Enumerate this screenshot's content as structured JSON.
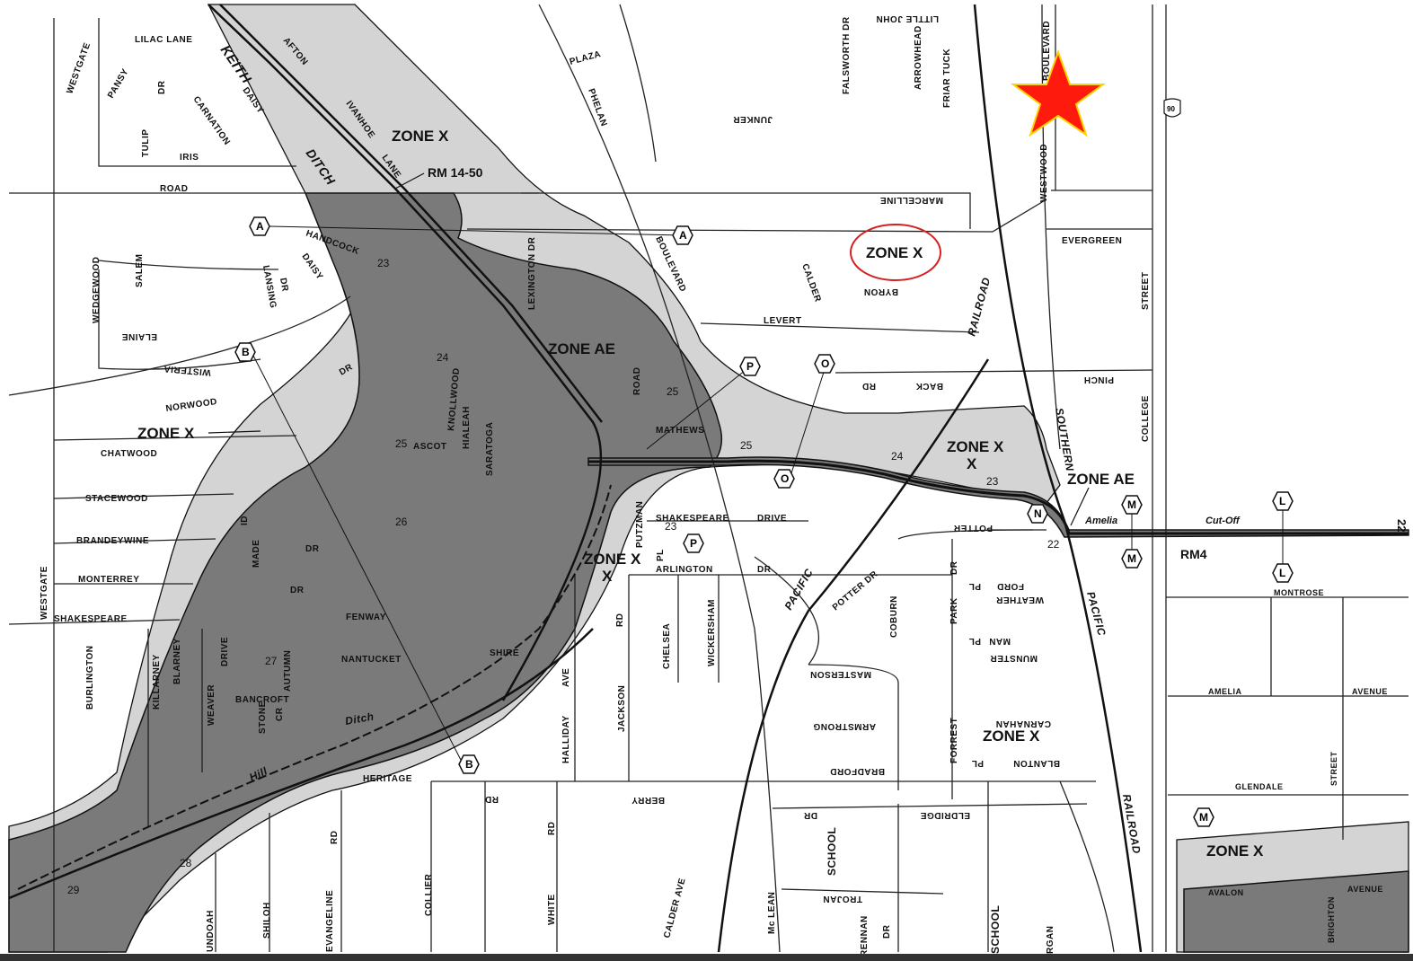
{
  "zones": {
    "x_north": "ZONE X",
    "x_circled": "ZONE X",
    "ae_center": "ZONE AE",
    "x_west": "ZONE X",
    "x_channel": "ZONE X",
    "ae_east": "ZONE AE",
    "x_putzman": "ZONE X",
    "x_south": "ZONE X",
    "x_southeast": "ZONE X"
  },
  "markers": {
    "rm_north": "RM 14-50",
    "rm_east": "RM4",
    "amelia_italic": "Amelia",
    "cutoff_italic": "Cut-Off",
    "edge_value": "22"
  },
  "sections": [
    "A",
    "A",
    "B",
    "B",
    "P",
    "P",
    "O",
    "O",
    "N",
    "M",
    "M",
    "M",
    "L",
    "L"
  ],
  "contours": [
    "23",
    "24",
    "25",
    "26",
    "27",
    "28",
    "29",
    "25",
    "24",
    "23",
    "22",
    "23",
    "25"
  ],
  "streets": {
    "lilac": "LILAC LANE",
    "westgate_n": "WESTGATE",
    "pansy": "PANSY",
    "tulip": "TULIP",
    "dr1": "DR",
    "carnation": "CARNATION",
    "iris": "IRIS",
    "keith": "KEITH",
    "daisy_n": "DAISY",
    "afton": "AFTON",
    "ditch": "DITCH",
    "ivanhoe": "IVANHOE",
    "lane": "LANE",
    "road": "ROAD",
    "plaza": "PLAZA",
    "phelan": "PHELAN",
    "junker": "JUNKER",
    "falsworth": "FALSWORTH DR",
    "arrowhead": "ARROWHEAD",
    "little_john": "LITTLE JOHN",
    "friar_tuck": "FRIAR TUCK",
    "boulevard_ne": "BOULEVARD",
    "westwood": "WESTWOOD",
    "marcelline": "MARCELLINE",
    "evergreen": "EVERGREEN",
    "street_e": "STREET",
    "handcock": "HANDCOCK",
    "daisy": "DAISY",
    "lansing": "LANSING",
    "dr2": "DR",
    "salem": "SALEM",
    "wedgewood": "WEDGEWOOD",
    "elaine": "ELAINE",
    "wisteria": "WISTERIA",
    "dr3": "DR",
    "norwood": "NORWOOD",
    "chatwood": "CHATWOOD",
    "stacewood": "STACEWOOD",
    "brandeywine": "BRANDEYWINE",
    "monterrey": "MONTERREY",
    "westgate_s": "WESTGATE",
    "shakespeare_w": "SHAKESPEARE",
    "lexington": "LEXINGTON DR",
    "boulevard_c": "BOULEVARD",
    "calder": "CALDER",
    "byron": "BYRON",
    "levert": "LEVERT",
    "railroad_n": "RAILROAD",
    "pinch": "PINCH",
    "back": "BACK",
    "rd1": "RD",
    "college": "COLLEGE",
    "southern": "SOUTHERN",
    "knollwood": "KNOLLWOOD",
    "hialeah": "HIALEAH",
    "saratoga": "SARATOGA",
    "ascot": "ASCOT",
    "road_c": "ROAD",
    "mathews": "MATHEWS",
    "putzman": "PUTZMAN",
    "shakespeare_c": "SHAKESPEARE",
    "drive_c": "DRIVE",
    "pl1": "PL",
    "arlington": "ARLINGTON",
    "dr4": "DR",
    "potter": "POTTER",
    "potter_dr": "POTTER DR",
    "pacific_w": "PACIFIC",
    "pacific_e": "PACIFIC",
    "ford": "FORD",
    "pl2": "PL",
    "weather": "WEATHER",
    "coburn": "COBURN",
    "park": "PARK",
    "dr5": "DR",
    "man": "MAN",
    "pl3": "PL",
    "munster": "MUNSTER",
    "masterson": "MASTERSON",
    "montrose": "MONTROSE",
    "amelia": "AMELIA",
    "avenue": "AVENUE",
    "chelsea": "CHELSEA",
    "wickersham": "WICKERSHAM",
    "jackson": "JACKSON",
    "rd2": "RD",
    "ave1": "AVE",
    "halliday": "HALLIDAY",
    "fenway": "FENWAY",
    "nantucket": "NANTUCKET",
    "made": "MADE",
    "id": "ID",
    "dr6": "DR",
    "dr7": "DR",
    "autumn": "AUTUMN",
    "weaver": "WEAVER",
    "drive_w": "DRIVE",
    "blarney": "BLARNEY",
    "killarney": "KILLARNEY",
    "burlington": "BURLINGTON",
    "bancroft": "BANCROFT",
    "stone": "STONE",
    "cr": "CR",
    "shire": "SHIRE",
    "ditch_s": "Ditch",
    "hill": "Hill",
    "heritage": "HERITAGE",
    "armstrong": "ARMSTRONG",
    "carnahan": "CARNAHAN",
    "bradford": "BRADFORD",
    "forrest": "FORREST",
    "blanton": "BLANTON",
    "pl4": "PL",
    "glendale": "GLENDALE",
    "street_s": "STREET",
    "eldridge": "ELDRIDGE",
    "dr8": "DR",
    "berry": "BERRY",
    "rd3": "RD",
    "rd4": "RD",
    "white": "WHITE",
    "railroad_s": "RAILROAD",
    "school_w": "SCHOOL",
    "school_e": "SCHOOL",
    "trojan": "TROJAN",
    "mclean": "Mc LEAN",
    "calder_ave": "CALDER AVE",
    "collier": "COLLIER",
    "evangeline": "EVANGELINE",
    "rd5": "RD",
    "shiloh": "SHILOH",
    "undoah": "UNDOAH",
    "avalon": "AVALON",
    "avenue_s": "AVENUE",
    "brighton": "BRIGHTON",
    "rennan": "RENNAN",
    "dr9": "DR",
    "rgan": "RGAN",
    "us90": "90"
  },
  "colors": {
    "zone_ae": "#7a7a7a",
    "zone_x": "#d4d4d4",
    "star": "#ff1a0e",
    "circle": "#d42020"
  }
}
